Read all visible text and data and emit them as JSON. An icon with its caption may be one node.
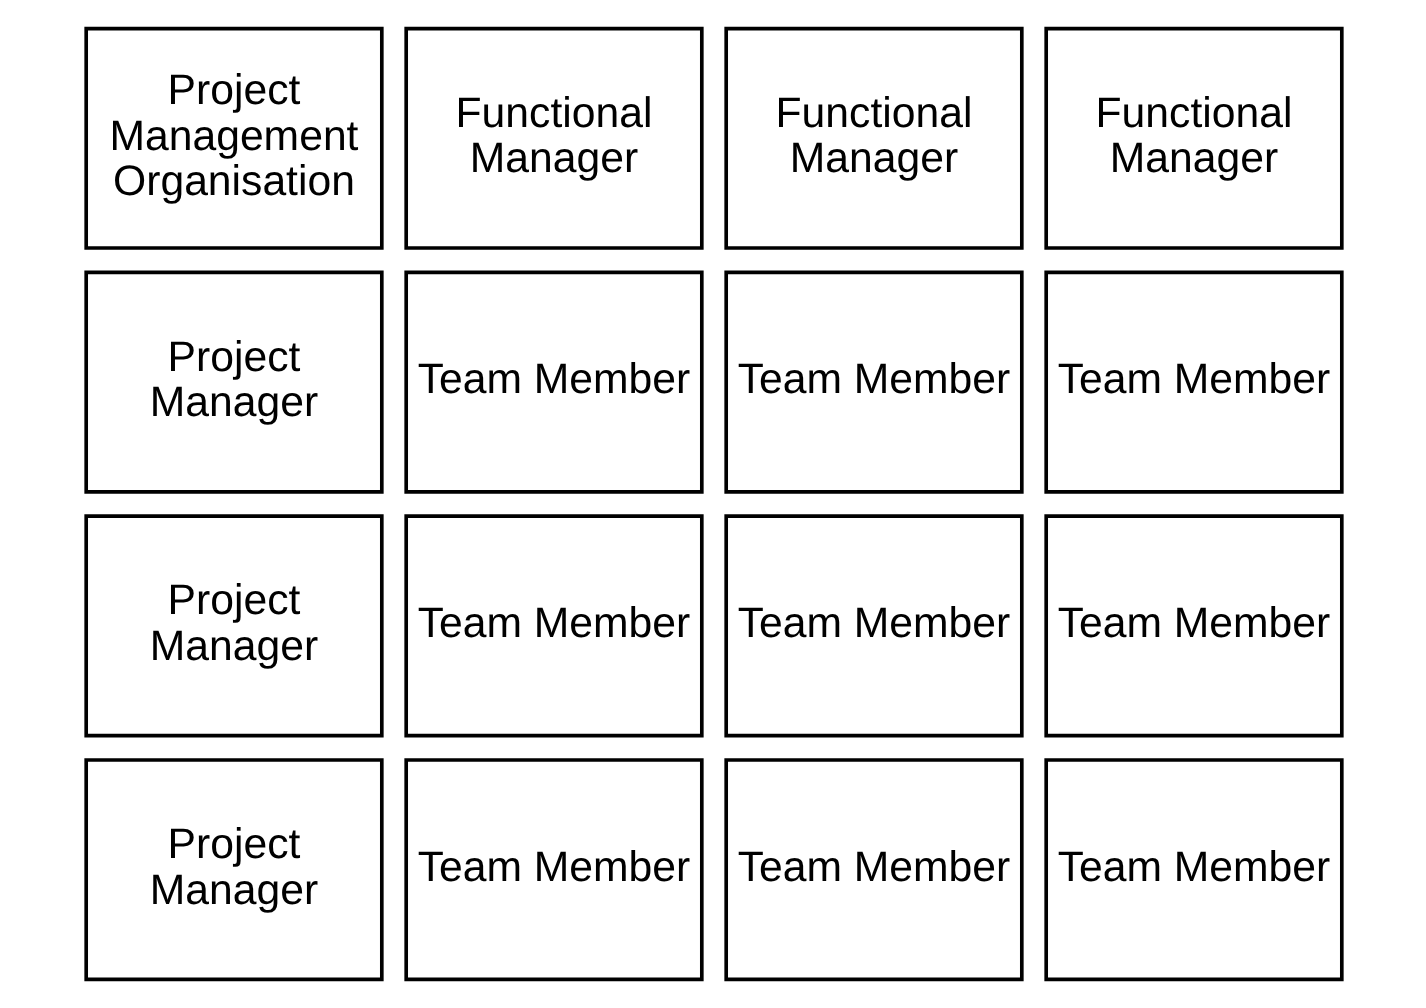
{
  "diagram": {
    "nodes": [
      {
        "text": [
          "Project Management Organisation"
        ]
      },
      {
        "text": [
          "Functional Manager"
        ]
      },
      {
        "text": [
          "Functional Manager"
        ]
      },
      {
        "text": [
          "Functional Manager"
        ]
      },
      {
        "text": [
          "Project Manager"
        ]
      },
      {
        "text": [
          "Team Member"
        ]
      },
      {
        "text": [
          "Team Member"
        ]
      },
      {
        "text": [
          "Team Member"
        ]
      },
      {
        "text": [
          "Project Manager"
        ]
      },
      {
        "text": [
          "Team Member"
        ]
      },
      {
        "text": [
          "Team Member"
        ]
      },
      {
        "text": [
          "Team Member"
        ]
      },
      {
        "text": [
          "Project Manager"
        ]
      },
      {
        "text": [
          "Team Member"
        ]
      },
      {
        "text": [
          "Team Member"
        ]
      },
      {
        "text": [
          "Team Member"
        ]
      }
    ],
    "edges": []
  }
}
